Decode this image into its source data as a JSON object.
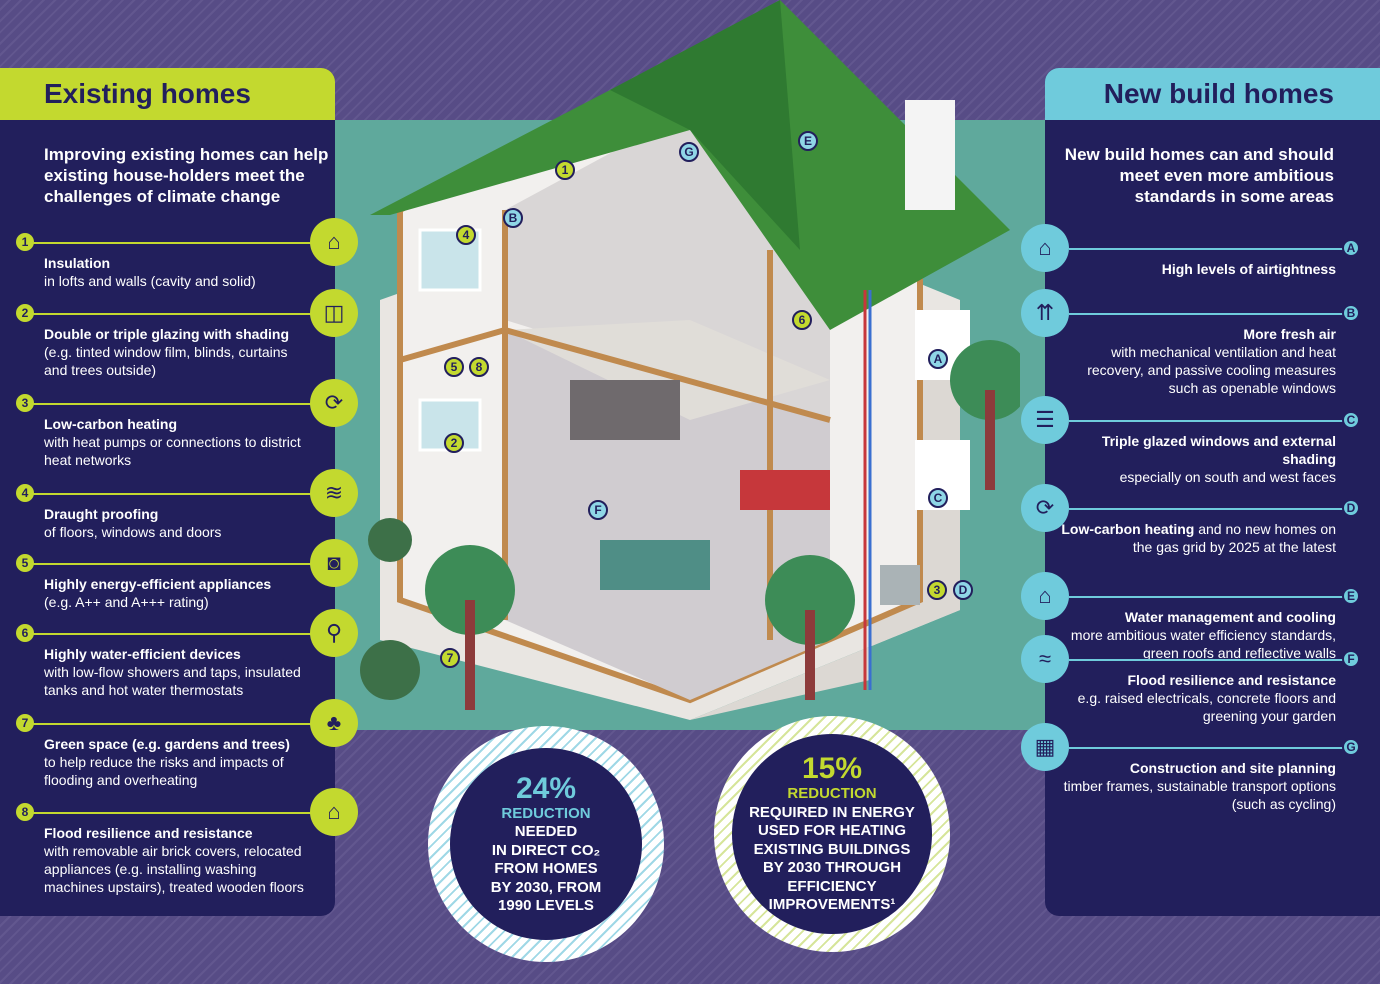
{
  "colors": {
    "lime": "#c3d92f",
    "sky": "#6fcbdc",
    "navy": "#221f5c",
    "teal": "#5fa99c"
  },
  "left": {
    "title": "Existing homes",
    "intro": "Improving existing homes can help existing house-holders meet the challenges of climate change",
    "items": [
      {
        "n": "1",
        "icon": "house-icon",
        "title": "Insulation",
        "desc": "in lofts and walls (cavity and solid)"
      },
      {
        "n": "2",
        "icon": "window-icon",
        "title": "Double or triple glazing with shading",
        "desc": "(e.g. tinted window film, blinds, curtains and trees outside)"
      },
      {
        "n": "3",
        "icon": "house-heating-icon",
        "title": "Low-carbon heating",
        "desc": "with heat pumps or connections to district heat networks"
      },
      {
        "n": "4",
        "icon": "wind-icon",
        "title": "Draught proofing",
        "desc": "of floors, windows and doors"
      },
      {
        "n": "5",
        "icon": "washing-machine-icon",
        "title": "Highly energy-efficient appliances",
        "desc": "(e.g. A++ and A+++ rating)"
      },
      {
        "n": "6",
        "icon": "tap-icon",
        "title": "Highly water-efficient devices",
        "desc": "with low-flow showers and taps, insulated tanks and hot water thermostats"
      },
      {
        "n": "7",
        "icon": "tree-icon",
        "title": "Green space (e.g. gardens and trees)",
        "desc": "to help reduce the risks and impacts of flooding and overheating"
      },
      {
        "n": "8",
        "icon": "flood-house-icon",
        "title": "Flood resilience and resistance",
        "desc": "with removable air brick covers, relocated appliances (e.g. installing washing machines upstairs), treated wooden floors"
      }
    ]
  },
  "right": {
    "title": "New build homes",
    "intro": "New build homes can and should meet even more ambitious standards in some areas",
    "items": [
      {
        "n": "A",
        "icon": "house-icon",
        "title": "High levels of airtightness",
        "desc": ""
      },
      {
        "n": "B",
        "icon": "ventilation-icon",
        "title": "More fresh air",
        "desc": "with mechanical ventilation and heat recovery, and passive cooling measures such as openable windows"
      },
      {
        "n": "C",
        "icon": "shutter-icon",
        "title": "Triple glazed windows and external shading",
        "desc": "especially on south and west faces"
      },
      {
        "n": "D",
        "icon": "house-heating-icon",
        "title": "Low-carbon heating",
        "desc": " and no new homes on the gas grid by 2025 at the latest"
      },
      {
        "n": "E",
        "icon": "green-roof-icon",
        "title": "Water management and cooling",
        "desc": "more ambitious water efficiency standards, green roofs and reflective walls"
      },
      {
        "n": "F",
        "icon": "flood-house-icon",
        "title": "Flood resilience and resistance",
        "desc": "e.g. raised electricals, concrete floors and greening your garden"
      },
      {
        "n": "G",
        "icon": "building-frame-icon",
        "title": "Construction and site planning",
        "desc": "timber frames, sustainable transport options (such as cycling)"
      }
    ]
  },
  "stats": [
    {
      "pct": "24%",
      "label": "REDUCTION",
      "lines": [
        "NEEDED",
        "IN DIRECT CO₂",
        "FROM HOMES",
        "BY 2030, FROM",
        "1990 LEVELS"
      ]
    },
    {
      "pct": "15%",
      "label": "REDUCTION",
      "lines": [
        "REQUIRED IN ENERGY",
        "USED FOR HEATING",
        "EXISTING BUILDINGS",
        "BY 2030 THROUGH",
        "EFFICIENCY",
        "IMPROVEMENTS¹"
      ]
    }
  ],
  "house_markers": [
    "1",
    "2",
    "3",
    "4",
    "5",
    "6",
    "7",
    "8",
    "A",
    "B",
    "C",
    "D",
    "E",
    "F",
    "G"
  ]
}
